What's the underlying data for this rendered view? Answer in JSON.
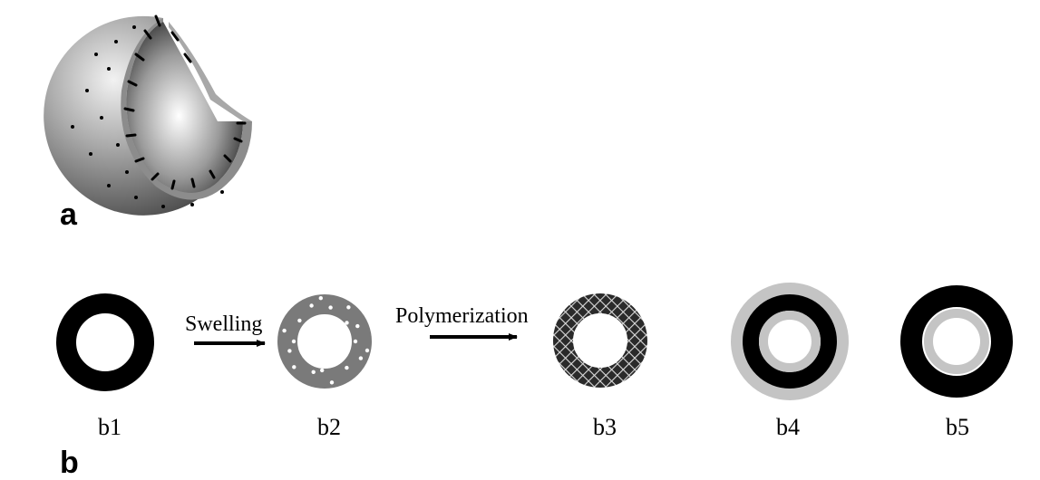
{
  "panel_a": {
    "letter": "a"
  },
  "panel_b": {
    "letter": "b",
    "arrows": [
      {
        "label": "Swelling"
      },
      {
        "label": "Polymerization"
      }
    ],
    "stages": [
      {
        "label": "b1"
      },
      {
        "label": "b2"
      },
      {
        "label": "b3"
      },
      {
        "label": "b4"
      },
      {
        "label": "b5"
      }
    ]
  },
  "colors": {
    "shell_dark": "#000000",
    "swollen_shell": "#7a7a7a",
    "light_ring": "#c4c4c4",
    "pore_dots": "#ffffff"
  }
}
